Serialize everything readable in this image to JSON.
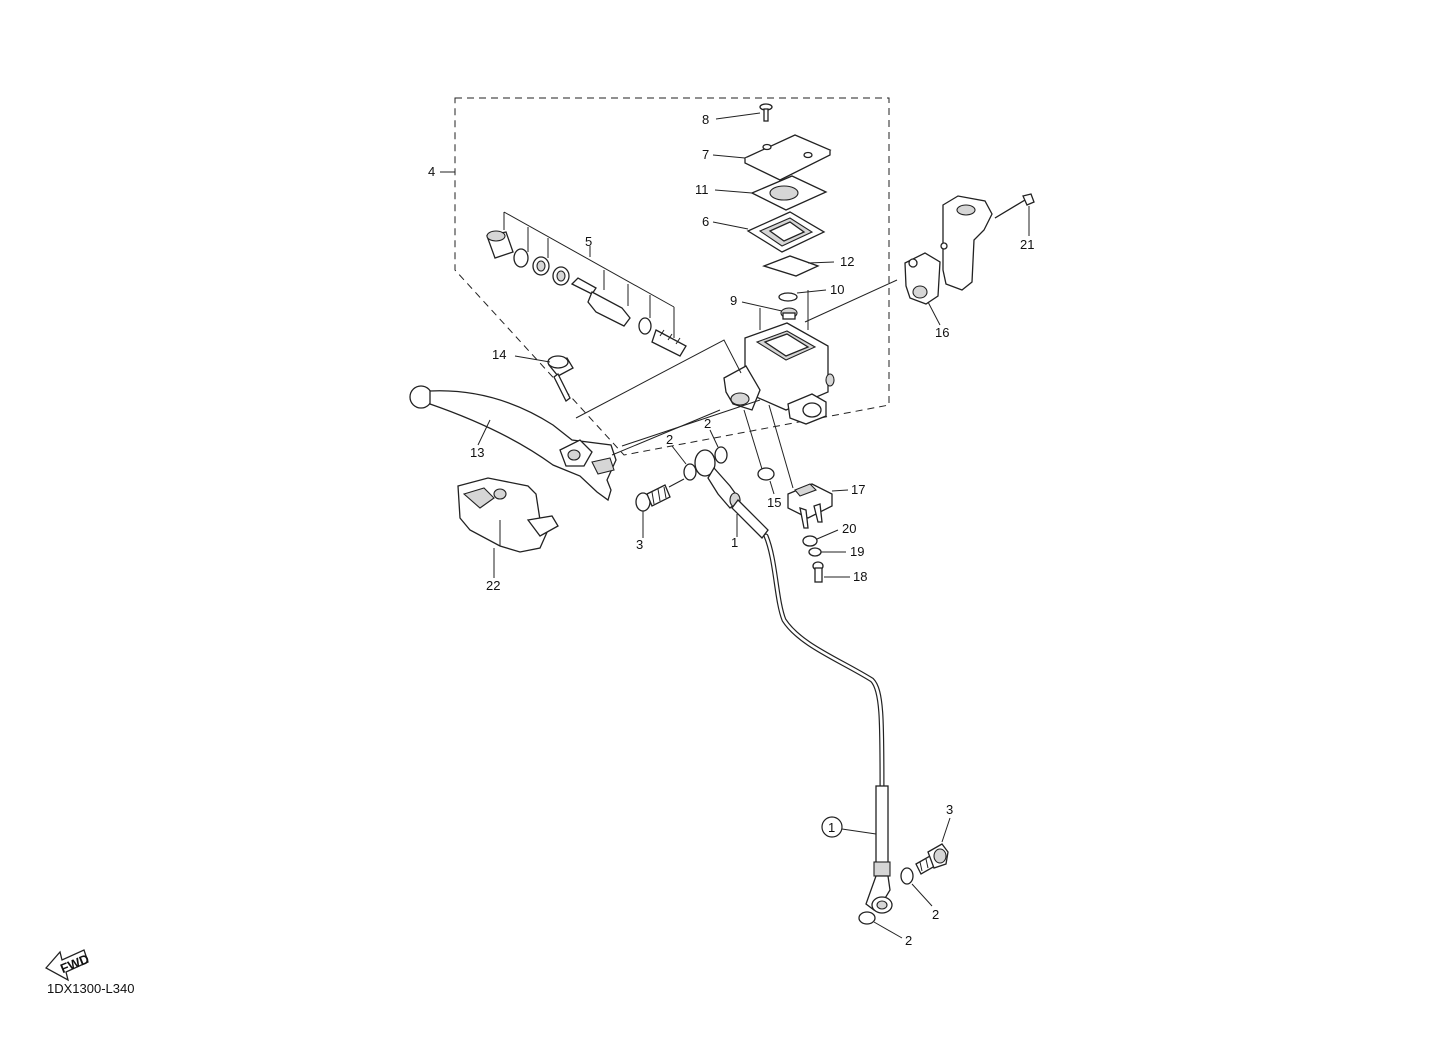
{
  "diagram": {
    "code": "1DX1300-L340",
    "fwd_label": "FWD",
    "part_labels": {
      "p1": "1",
      "p1_circled": "1",
      "p2a": "2",
      "p2b": "2",
      "p2c": "2",
      "p2d": "2",
      "p3a": "3",
      "p3b": "3",
      "p4": "4",
      "p5": "5",
      "p6": "6",
      "p7": "7",
      "p8": "8",
      "p9": "9",
      "p10": "10",
      "p11": "11",
      "p12": "12",
      "p13": "13",
      "p14": "14",
      "p15": "15",
      "p16": "16",
      "p17": "17",
      "p18": "18",
      "p19": "19",
      "p20": "20",
      "p21": "21",
      "p22": "22"
    }
  }
}
